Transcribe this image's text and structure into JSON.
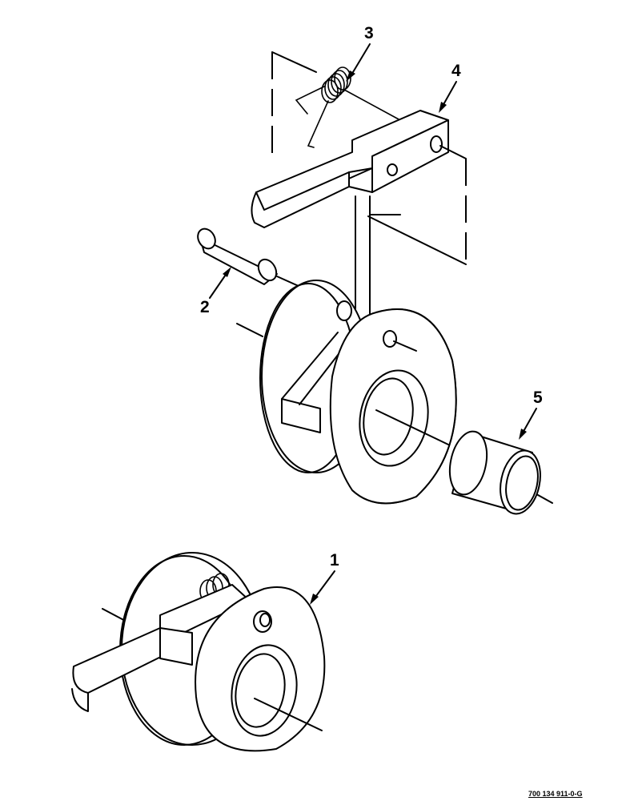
{
  "figure": {
    "callouts": [
      {
        "id": "1",
        "label": "1"
      },
      {
        "id": "2",
        "label": "2"
      },
      {
        "id": "3",
        "label": "3"
      },
      {
        "id": "4",
        "label": "4"
      },
      {
        "id": "5",
        "label": "5"
      }
    ],
    "drawing_number": "700 134 911-0-G"
  }
}
